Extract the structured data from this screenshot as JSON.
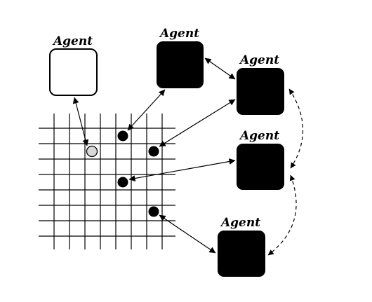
{
  "diagram": {
    "agents": [
      {
        "label": "Agent",
        "style": "outline"
      },
      {
        "label": "Agent",
        "style": "filled"
      },
      {
        "label": "Agent",
        "style": "filled"
      },
      {
        "label": "Agent",
        "style": "filled"
      },
      {
        "label": "Agent",
        "style": "filled"
      }
    ],
    "grid": {
      "rows": 9,
      "cols": 9
    },
    "colors": {
      "ink": "#000000",
      "background": "#ffffff",
      "inactive_node": "#d8d8d8"
    }
  }
}
